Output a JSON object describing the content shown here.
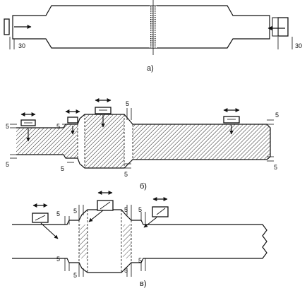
{
  "captions": {
    "a": "а)",
    "b": "б)",
    "c": "в)"
  },
  "dims": {
    "thirty": "30",
    "five": "5"
  },
  "icons": [
    "probe-icon",
    "double-arrow-icon",
    "beam-arrow-icon"
  ]
}
